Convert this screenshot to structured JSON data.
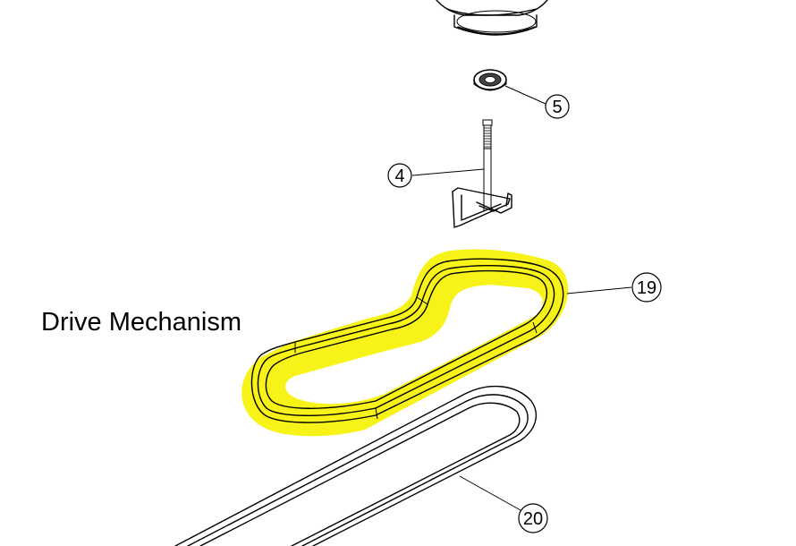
{
  "title": "Drive Mechanism",
  "callouts": {
    "c5": "5",
    "c4": "4",
    "c19": "19",
    "c20": "20"
  },
  "highlight_color": "#f6f200"
}
